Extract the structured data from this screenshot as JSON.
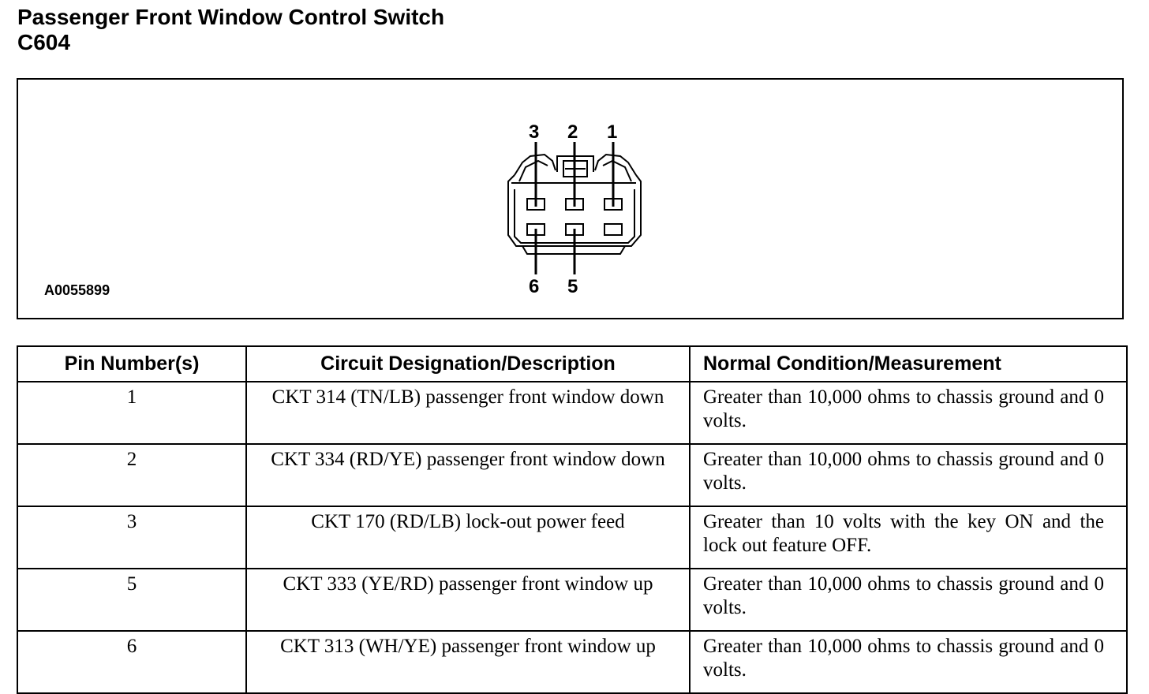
{
  "header": {
    "title": "Passenger Front Window Control Switch",
    "connector_id": "C604"
  },
  "figure": {
    "figure_id": "A0055899",
    "pin_labels_top": [
      "3",
      "2",
      "1"
    ],
    "pin_labels_bottom": [
      "6",
      "5"
    ]
  },
  "table": {
    "headers": [
      "Pin Number(s)",
      "Circuit Designation/Description",
      "Normal Condition/Measurement"
    ],
    "rows": [
      {
        "pin": "1",
        "circuit": "CKT 314 (TN/LB) passenger front window down",
        "measurement": "Greater than 10,000 ohms to chassis ground and 0 volts."
      },
      {
        "pin": "2",
        "circuit": "CKT 334 (RD/YE) passenger front window down",
        "measurement": "Greater than 10,000 ohms to chassis ground and 0 volts."
      },
      {
        "pin": "3",
        "circuit": "CKT 170 (RD/LB) lock-out power feed",
        "measurement": "Greater than 10 volts with the key ON and the lock out feature OFF."
      },
      {
        "pin": "5",
        "circuit": "CKT 333 (YE/RD) passenger front window up",
        "measurement": "Greater than 10,000 ohms to chassis ground and 0 volts."
      },
      {
        "pin": "6",
        "circuit": "CKT 313 (WH/YE) passenger front window up",
        "measurement": "Greater than 10,000 ohms to chassis ground and 0 volts."
      }
    ]
  }
}
